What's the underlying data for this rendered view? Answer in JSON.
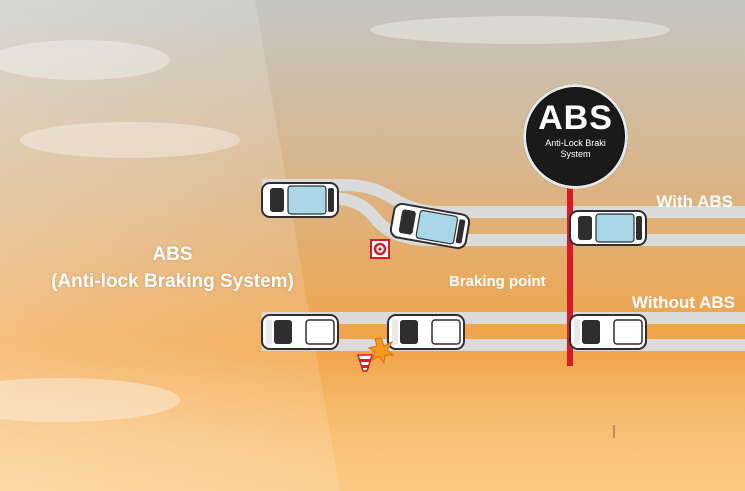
{
  "diagram": {
    "title": "ABS",
    "subtitle": "(Anti-lock Braking System)",
    "badge": {
      "title": "ABS",
      "line1": "Anti-Lock Braki",
      "line2": "System"
    },
    "lanes": {
      "with_label": "With ABS",
      "without_label": "Without ABS"
    },
    "braking_point_label": "Braking point",
    "colors": {
      "accent_red": "#d7192a",
      "road": "#d9d9d9",
      "sky_top": "#b9c0c2",
      "sky_bottom": "#f3a63f"
    },
    "icons": [
      "abs-badge-icon",
      "car-icon",
      "obstacle-sign-icon",
      "traffic-cone-icon",
      "collision-burst-icon"
    ]
  }
}
